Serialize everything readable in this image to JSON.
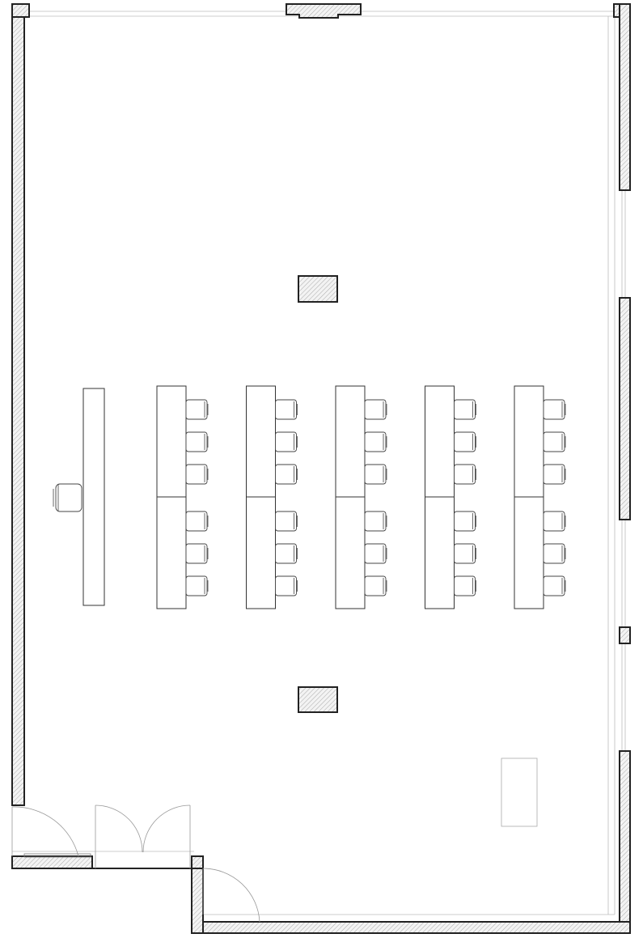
{
  "plan": {
    "room": "classroom",
    "desk_rows": 5,
    "seats_per_row": 6,
    "teacher_desk": 1,
    "columns": 2,
    "doors": 3,
    "cabinet": 1,
    "colors": {
      "wall_stroke": "#222222",
      "hatch": "#bbbbbb",
      "desk_stroke": "#333333",
      "light_line": "#bbbbbb"
    }
  }
}
